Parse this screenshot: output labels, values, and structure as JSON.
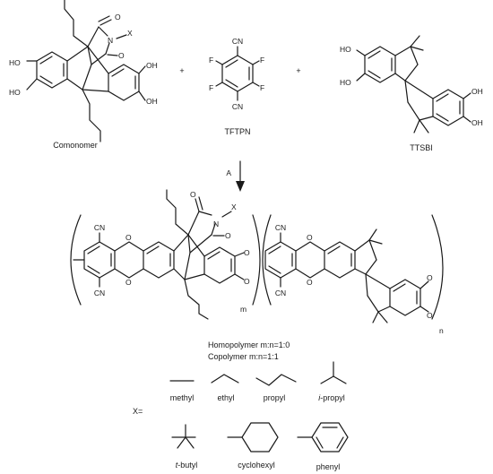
{
  "reaction": {
    "plus_sign": "+",
    "arrow_label": "A"
  },
  "monomers": {
    "comonomer": "Comonomer",
    "tftpn": "TFTPN",
    "ttsbi": "TTSBI"
  },
  "atoms": {
    "ho": "HO",
    "oh": "OH",
    "n": "N",
    "x": "X",
    "o": "O",
    "f": "F",
    "cn": "CN"
  },
  "polymer": {
    "m": "m",
    "n": "n"
  },
  "composition": {
    "homopolymer": "Homopolymer m:n=1:0",
    "copolymer": "Copolymer m:n=1:1"
  },
  "substituents": {
    "x_label": "X=",
    "items": [
      {
        "prefix": "",
        "name": "methyl"
      },
      {
        "prefix": "",
        "name": "ethyl"
      },
      {
        "prefix": "",
        "name": "propyl"
      },
      {
        "prefix": "i",
        "name": "-propyl"
      },
      {
        "prefix": "t",
        "name": "-butyl"
      },
      {
        "prefix": "",
        "name": "cyclohexyl"
      },
      {
        "prefix": "",
        "name": "phenyl"
      }
    ]
  }
}
